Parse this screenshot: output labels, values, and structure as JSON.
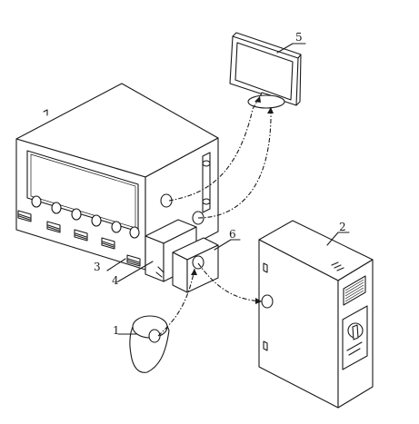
{
  "labels": {
    "one": "1",
    "two": "2",
    "three": "3",
    "four": "4",
    "five": "5",
    "six": "6"
  }
}
